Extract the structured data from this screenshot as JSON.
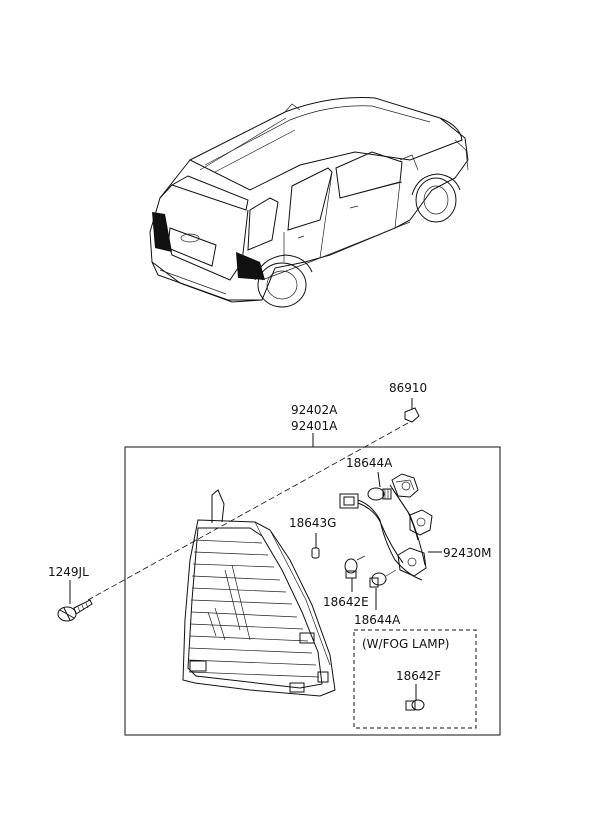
{
  "labels": {
    "assembly_a": "92402A",
    "assembly_b": "92401A",
    "retainer": "86910",
    "socket_top": "18644A",
    "side_bulb": "18643G",
    "harness": "92430M",
    "bulb_e": "18642E",
    "socket_bottom": "18644A",
    "screw": "1249JL",
    "fog_note": "(W/FOG LAMP)",
    "fog_bulb": "18642F"
  }
}
